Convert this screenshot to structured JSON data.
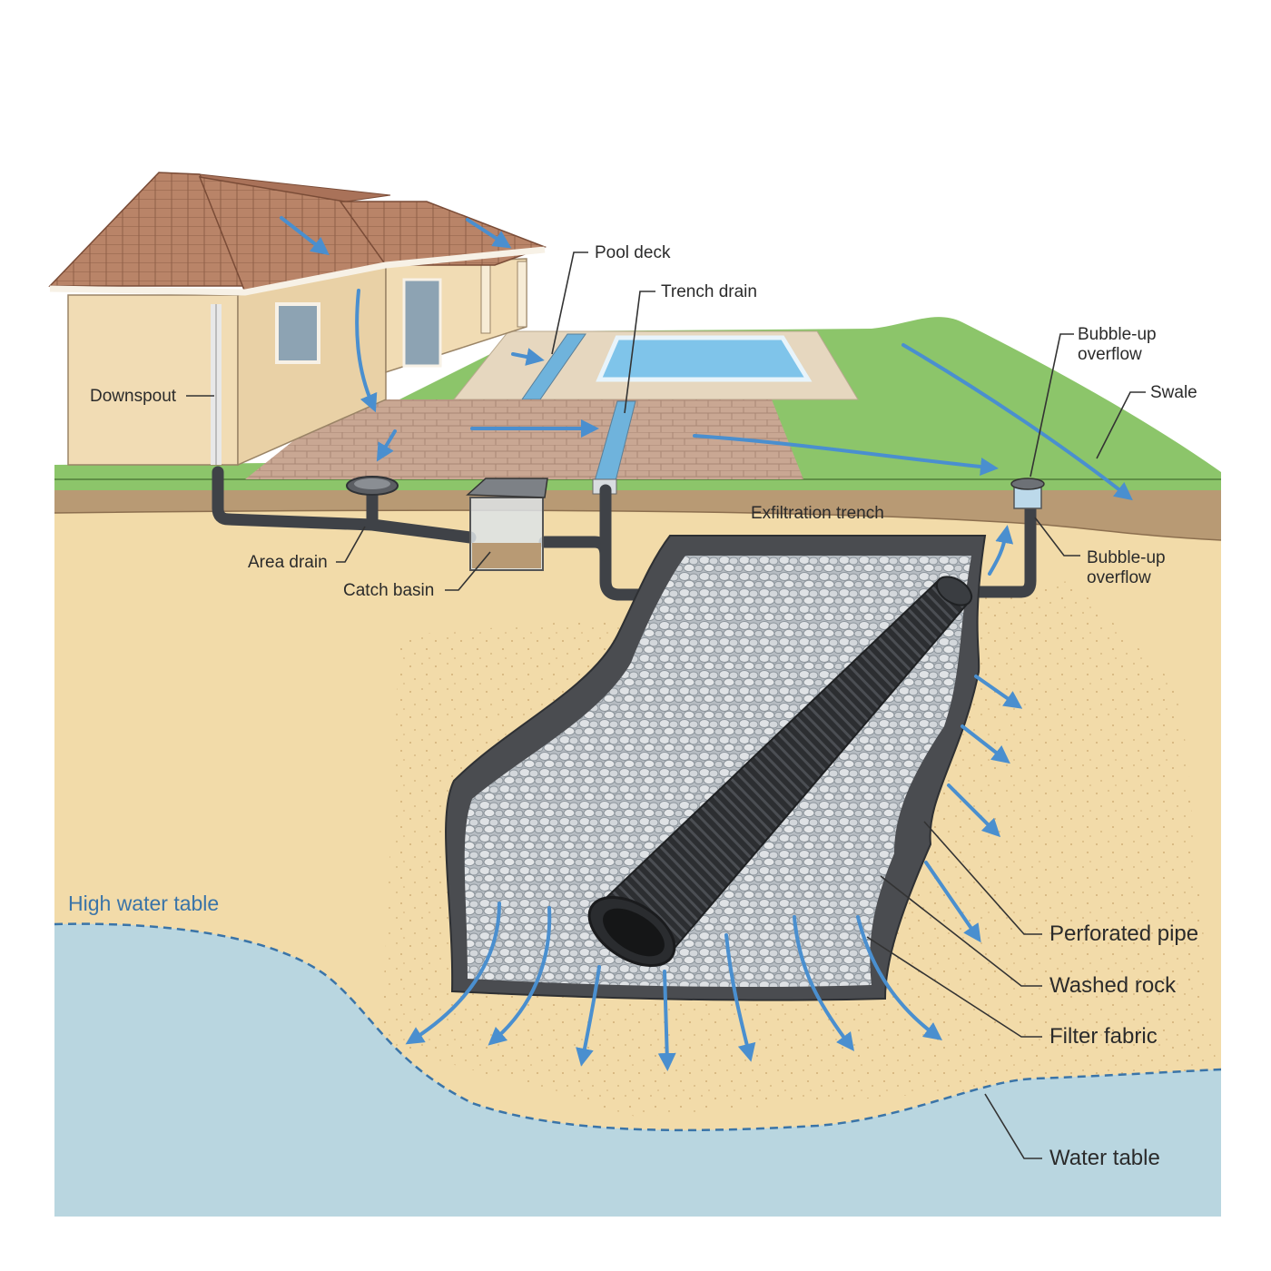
{
  "labels": {
    "pool_deck": "Pool deck",
    "trench_drain": "Trench drain",
    "bubble_up_overflow_top": [
      "Bubble-up",
      "overflow"
    ],
    "swale": "Swale",
    "downspout": "Downspout",
    "exfiltration_trench": "Exfiltration trench",
    "area_drain": "Area drain",
    "catch_basin": "Catch basin",
    "bubble_up_overflow_bottom": [
      "Bubble-up",
      "overflow"
    ],
    "high_water_table": "High water table",
    "perforated_pipe": "Perforated pipe",
    "washed_rock": "Washed rock",
    "filter_fabric": "Filter fabric",
    "water_table": "Water table"
  },
  "colors": {
    "roof": "#b98468",
    "wall": "#f1dcb4",
    "grass": "#8cc56a",
    "topsoil": "#b89a74",
    "sand": "#f2dba9",
    "water": "#b9d6e0",
    "fabric": "#4a4c50",
    "rock": "#cfd3d7",
    "pipe": "#2c2e31",
    "flow_arrow": "#4a8fcf",
    "pool": "#7fc4ea",
    "paver": "#c9a793"
  }
}
